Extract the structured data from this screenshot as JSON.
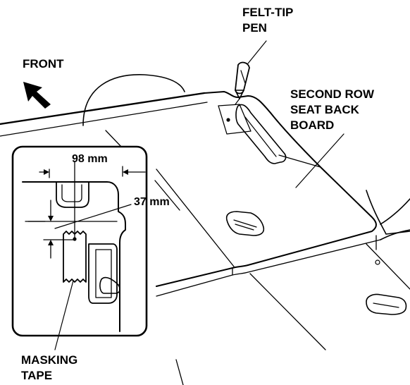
{
  "labels": {
    "felt_tip_pen": [
      "FELT-TIP",
      "PEN"
    ],
    "front": "FRONT",
    "board": [
      "SECOND ROW",
      "SEAT BACK",
      "BOARD"
    ],
    "dim_98": "98 mm",
    "dim_37": "37 mm",
    "masking_tape": [
      "MASKING",
      "TAPE"
    ]
  }
}
